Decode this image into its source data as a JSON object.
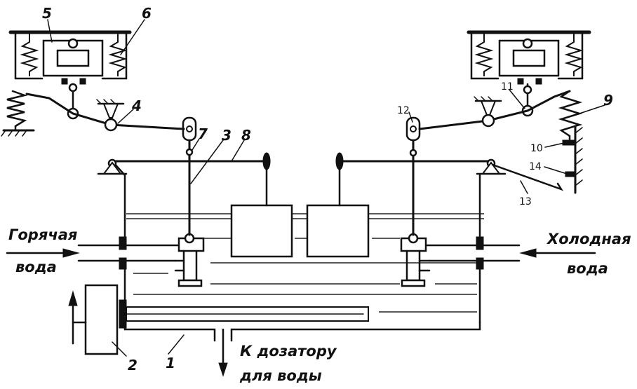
{
  "labels": {
    "hot_water_line1": "Горячая",
    "hot_water_line2": "вода",
    "cold_water_line1": "Холодная",
    "cold_water_line2": "вода",
    "outlet_line1": "К дозатору",
    "outlet_line2": "для воды"
  },
  "callouts": [
    "1",
    "2",
    "3",
    "4",
    "5",
    "6",
    "7",
    "8",
    "9",
    "10",
    "11",
    "12",
    "13",
    "14"
  ],
  "colors": {
    "ink": "#111111",
    "paper": "#ffffff"
  }
}
